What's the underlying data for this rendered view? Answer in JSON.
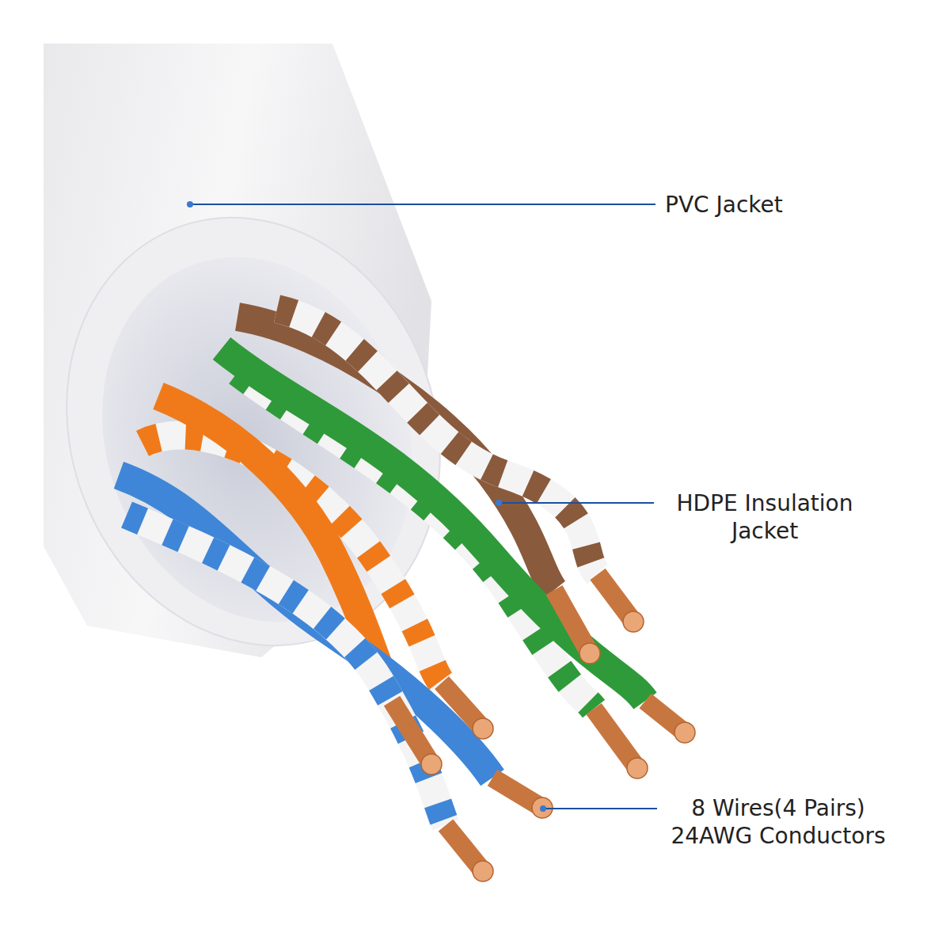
{
  "diagram": {
    "labels": [
      "PVC Jacket",
      "HDPE Insulation Jacket",
      "8 Wires(4 Pairs) 24AWG Conductors"
    ]
  }
}
